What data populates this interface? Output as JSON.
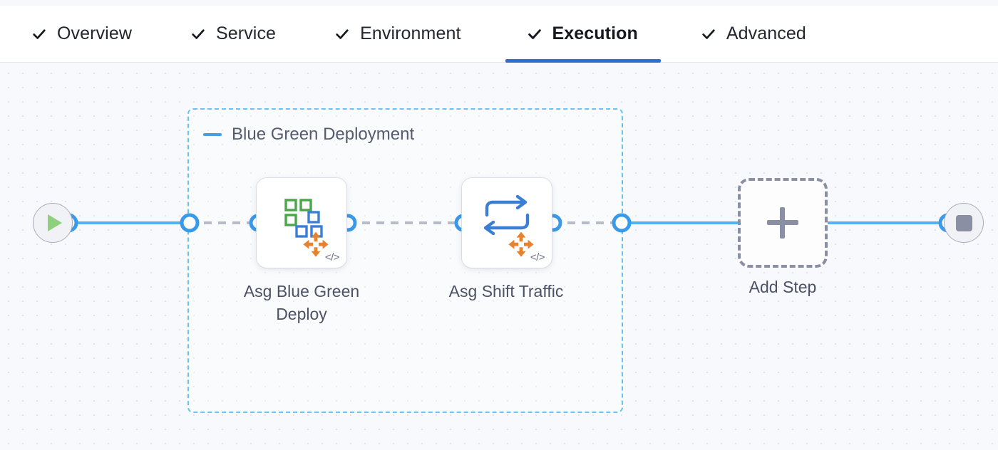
{
  "tabs": [
    {
      "label": "Overview",
      "icon": "check-icon",
      "completed": true,
      "active": false
    },
    {
      "label": "Service",
      "icon": "check-icon",
      "completed": true,
      "active": false
    },
    {
      "label": "Environment",
      "icon": "check-icon",
      "completed": true,
      "active": false
    },
    {
      "label": "Execution",
      "icon": "check-icon",
      "completed": true,
      "active": true
    },
    {
      "label": "Advanced",
      "icon": "check-icon",
      "completed": true,
      "active": false
    }
  ],
  "canvas": {
    "group": {
      "title": "Blue Green Deployment",
      "collapse_icon": "minus-icon",
      "border_color": "#67c3f3"
    },
    "start_node": {
      "name": "start-node",
      "icon": "play-icon",
      "color": "#8ed07c"
    },
    "end_node": {
      "name": "end-node",
      "icon": "stop-icon",
      "color": "#8a8fa3"
    },
    "steps": [
      {
        "label": "Asg Blue Green Deploy",
        "icon": "asg-blue-green-deploy-icon",
        "badge": "</>"
      },
      {
        "label": "Asg Shift Traffic",
        "icon": "asg-shift-traffic-icon",
        "badge": "</>"
      }
    ],
    "add_step": {
      "label": "Add Step",
      "icon": "plus-icon"
    }
  },
  "colors": {
    "accent_blue": "#54b3ef",
    "active_tab_underline": "#2a6fd1",
    "group_dashed": "#67c3f3",
    "wire_dashed": "#b8bcc9",
    "canvas_bg": "#f8f9fc",
    "green": "#8ed07c",
    "orange": "#e8822e"
  }
}
